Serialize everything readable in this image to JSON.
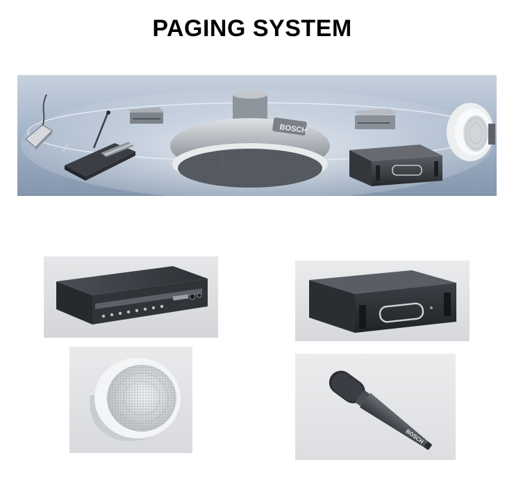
{
  "page": {
    "title": "PAGING SYSTEM"
  },
  "banner": {
    "brand": "BOSCH"
  },
  "products": {
    "microphone": {
      "brand": "BOSCH"
    }
  },
  "colors": {
    "background": "#ffffff",
    "banner_sky": "#aebdd0",
    "device_dark": "#2f3236",
    "device_silver": "#c9ccd0"
  }
}
